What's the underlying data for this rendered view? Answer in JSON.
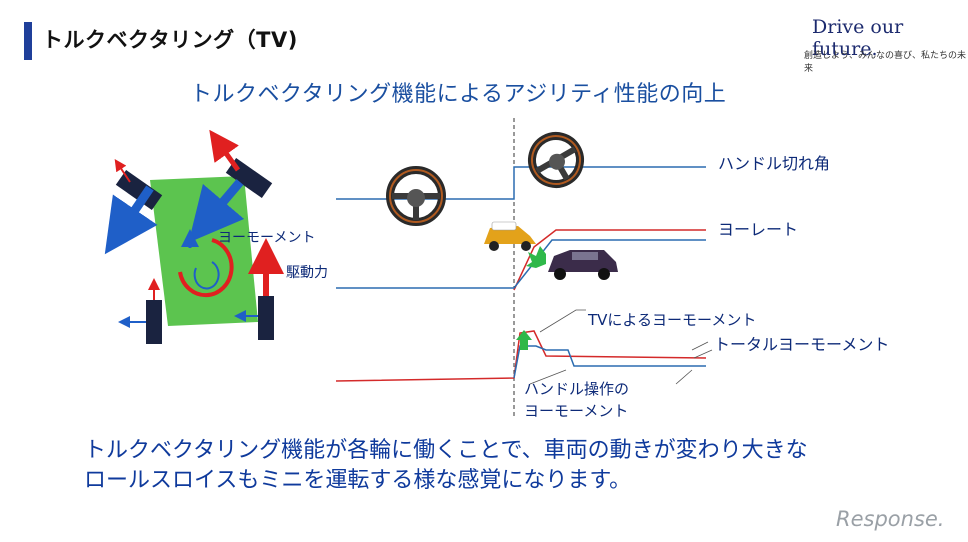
{
  "header": {
    "title": "トルクベクタリング（TV)",
    "brand": "Drive our future.",
    "brand_subtitle": "創造しよう、みんなの喜び、私たちの未来"
  },
  "headline": "トルクベクタリング機能によるアジリティ性能の向上",
  "vehicle_diagram": {
    "yaw_moment_label": "ヨーモーメント",
    "drive_force_label": "駆動力",
    "colors": {
      "body": "#5cc44f",
      "wheel": "#1a2340",
      "red_arrow": "#e02020",
      "blue_arrow": "#1f5fc8"
    }
  },
  "graph": {
    "steering_angle_label": "ハンドル切れ角",
    "yaw_rate_label": "ヨーレート",
    "tv_yaw_moment_label": "TVによるヨーモーメント",
    "total_yaw_moment_label": "トータルヨーモーメント",
    "steering_yaw_moment_label_line1": "ハンドル操作の",
    "steering_yaw_moment_label_line2": "ヨーモーメント",
    "colors": {
      "blue_line": "#2b6cb0",
      "red_line": "#d42a2a",
      "green_arrow": "#2fb84a"
    }
  },
  "summary": {
    "line1": "トルクベクタリング機能が各輪に働くことで、車両の動きが変わり大きな",
    "line2": "ロールスロイスもミニを運転する様な感覚になります。"
  },
  "watermark": "Response."
}
